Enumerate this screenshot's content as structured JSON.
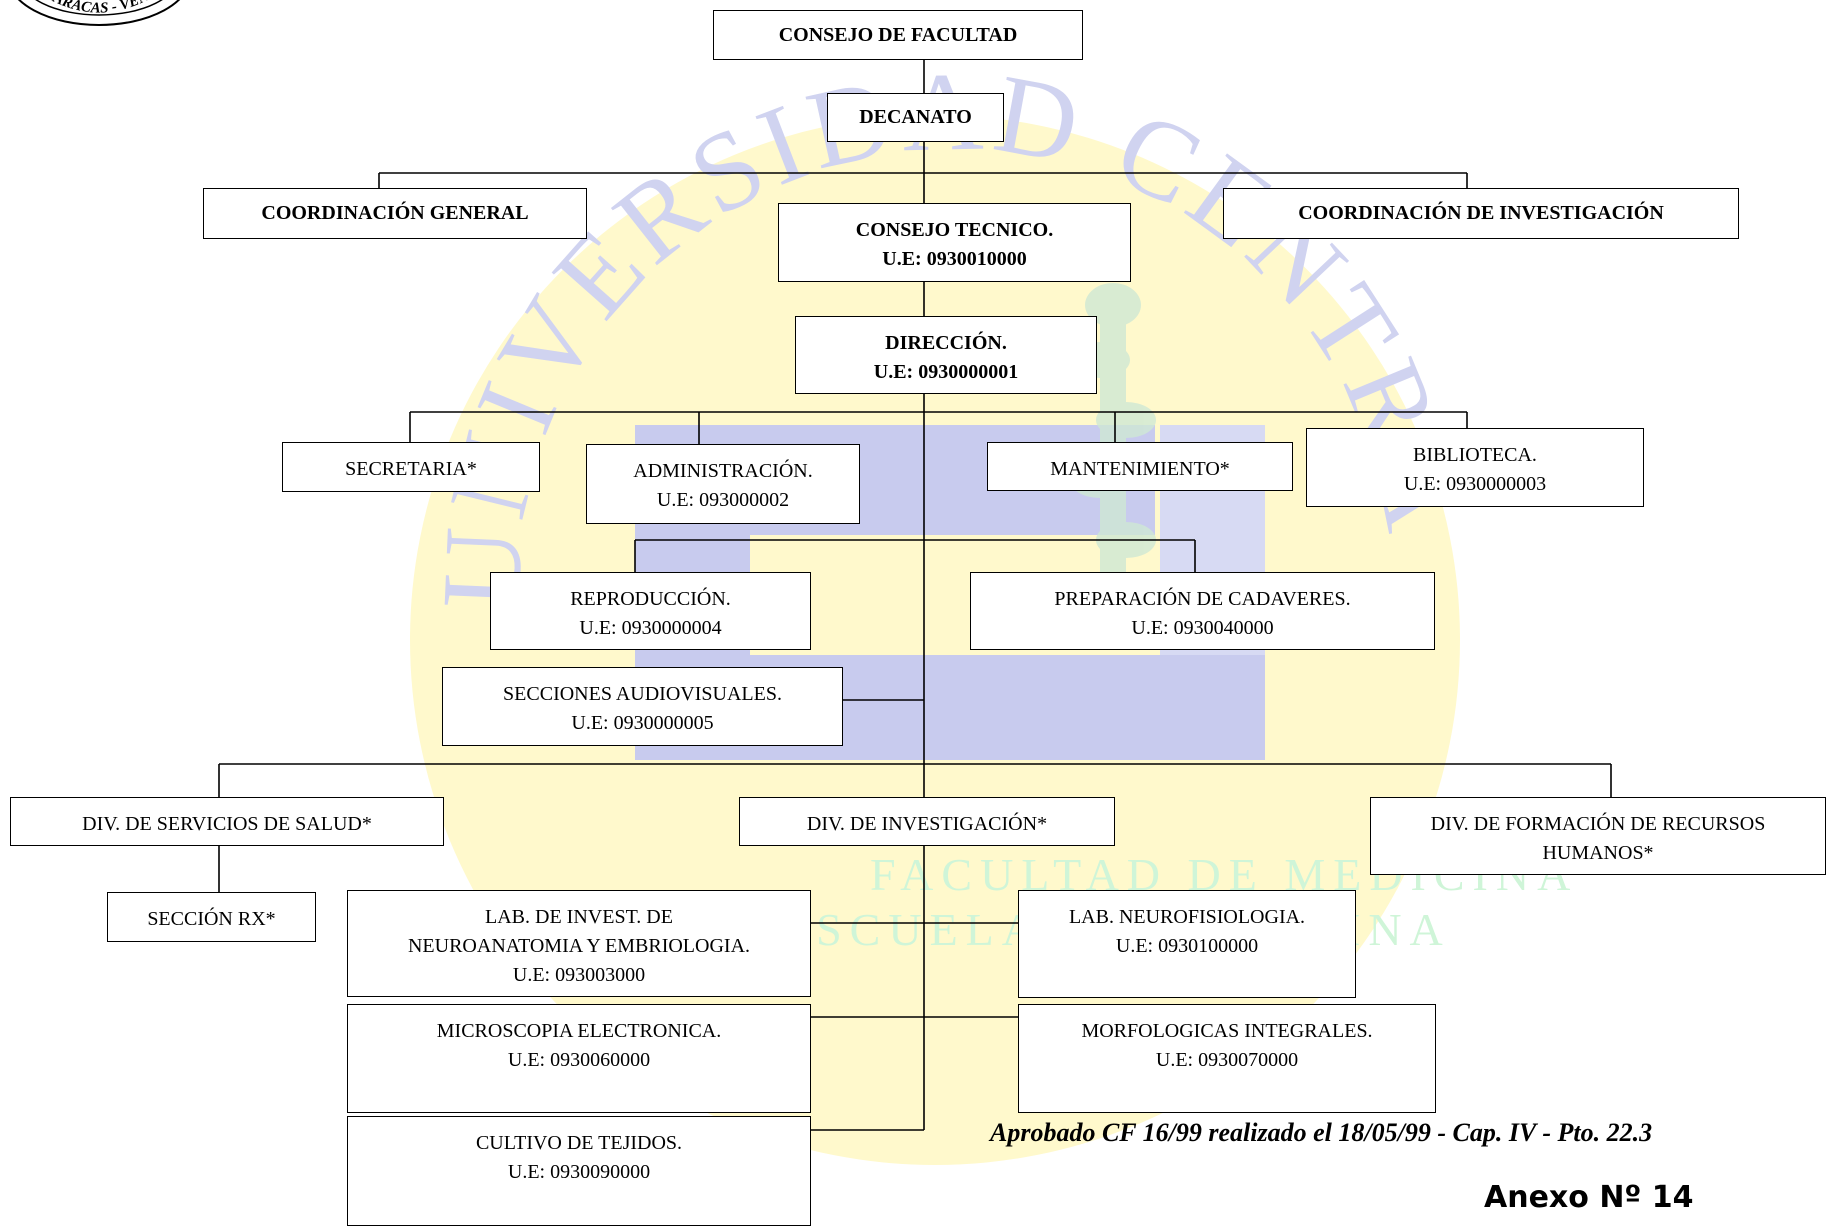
{
  "watermark": {
    "arc_top_text": "UNIVERSIDAD CENTRAL DE VENEZUELA",
    "arc_bottom_text": "FACULTAD DE MEDICINA",
    "arc_bottom_text_2": "ESCUELA DE MEDICINA",
    "colors": {
      "disc": "#FFF9CC",
      "arc_text": "#D0D3F0",
      "emblem": "#C8CBEE",
      "bottom_text": "#CFF5D8"
    }
  },
  "logo": {
    "seal_text": "CARACAS - VENEZUELA",
    "icon": "university-seal-icon"
  },
  "nodes": {
    "consejo_facultad": {
      "lines": [
        "CONSEJO DE FACULTAD"
      ]
    },
    "decanato": {
      "lines": [
        "DECANATO"
      ]
    },
    "coord_general": {
      "lines": [
        "COORDINACIÓN GENERAL"
      ]
    },
    "consejo_tecnico": {
      "lines": [
        "CONSEJO TECNICO.",
        "U.E: 0930010000"
      ]
    },
    "coord_investigacion": {
      "lines": [
        "COORDINACIÓN DE INVESTIGACIÓN"
      ]
    },
    "direccion": {
      "lines": [
        "DIRECCIÓN.",
        "U.E: 0930000001"
      ]
    },
    "secretaria": {
      "lines": [
        "SECRETARIA*"
      ]
    },
    "administracion": {
      "lines": [
        "ADMINISTRACIÓN.",
        "U.E: 093000002"
      ]
    },
    "mantenimiento": {
      "lines": [
        "MANTENIMIENTO*"
      ]
    },
    "biblioteca": {
      "lines": [
        "BIBLIOTECA.",
        "U.E: 0930000003"
      ]
    },
    "reproduccion": {
      "lines": [
        "REPRODUCCIÓN.",
        "U.E: 0930000004"
      ]
    },
    "preparacion": {
      "lines": [
        "PREPARACIÓN DE CADAVERES.",
        "U.E: 0930040000"
      ]
    },
    "audiovisuales": {
      "lines": [
        "SECCIONES AUDIOVISUALES.",
        "U.E: 0930000005"
      ]
    },
    "div_salud": {
      "lines": [
        "DIV. DE SERVICIOS DE SALUD*"
      ]
    },
    "div_investigacion": {
      "lines": [
        "DIV. DE INVESTIGACIÓN*"
      ]
    },
    "div_formacion": {
      "lines": [
        "DIV. DE FORMACIÓN DE RECURSOS",
        "HUMANOS*"
      ]
    },
    "seccion_rx": {
      "lines": [
        "SECCIÓN RX*"
      ]
    },
    "lab_neuroanatomia": {
      "lines": [
        "LAB. DE INVEST. DE",
        "NEUROANATOMIA Y EMBRIOLOGIA.",
        "U.E: 093003000"
      ]
    },
    "lab_neurofisiologia": {
      "lines": [
        "LAB. NEUROFISIOLOGIA.",
        "U.E: 0930100000"
      ]
    },
    "microscopia": {
      "lines": [
        "MICROSCOPIA ELECTRONICA.",
        "U.E: 0930060000"
      ]
    },
    "morfologicas": {
      "lines": [
        "MORFOLOGICAS INTEGRALES.",
        "U.E: 0930070000"
      ]
    },
    "cultivo": {
      "lines": [
        "CULTIVO DE TEJIDOS.",
        "U.E: 0930090000"
      ]
    }
  },
  "footer": {
    "approval": "Aprobado CF 16/99 realizado el 18/05/99 - Cap. IV  - Pto. 22.3",
    "annex": "Anexo Nº 14"
  }
}
